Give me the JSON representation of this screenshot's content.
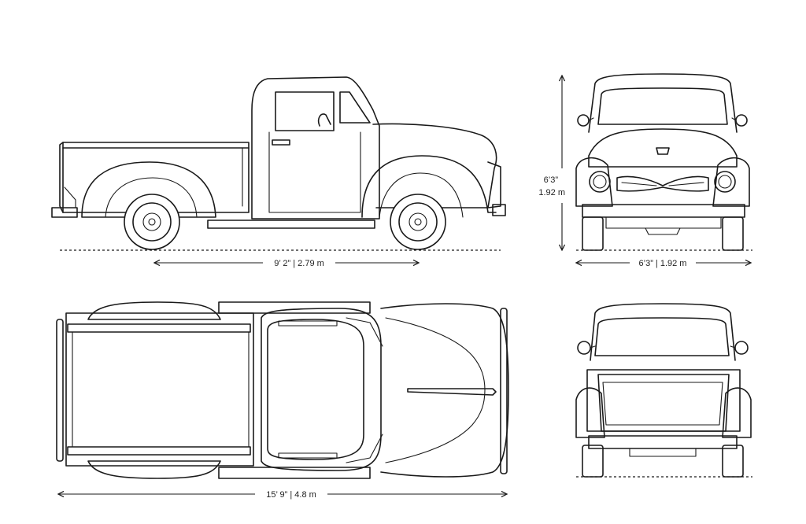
{
  "dimensions": {
    "wheelbase": "9’ 2” | 2.79 m",
    "height_line1": "6’3”",
    "height_line2": "1.92 m",
    "width": "6’3” | 1.92 m",
    "length": "15’ 9” | 4.8 m"
  }
}
